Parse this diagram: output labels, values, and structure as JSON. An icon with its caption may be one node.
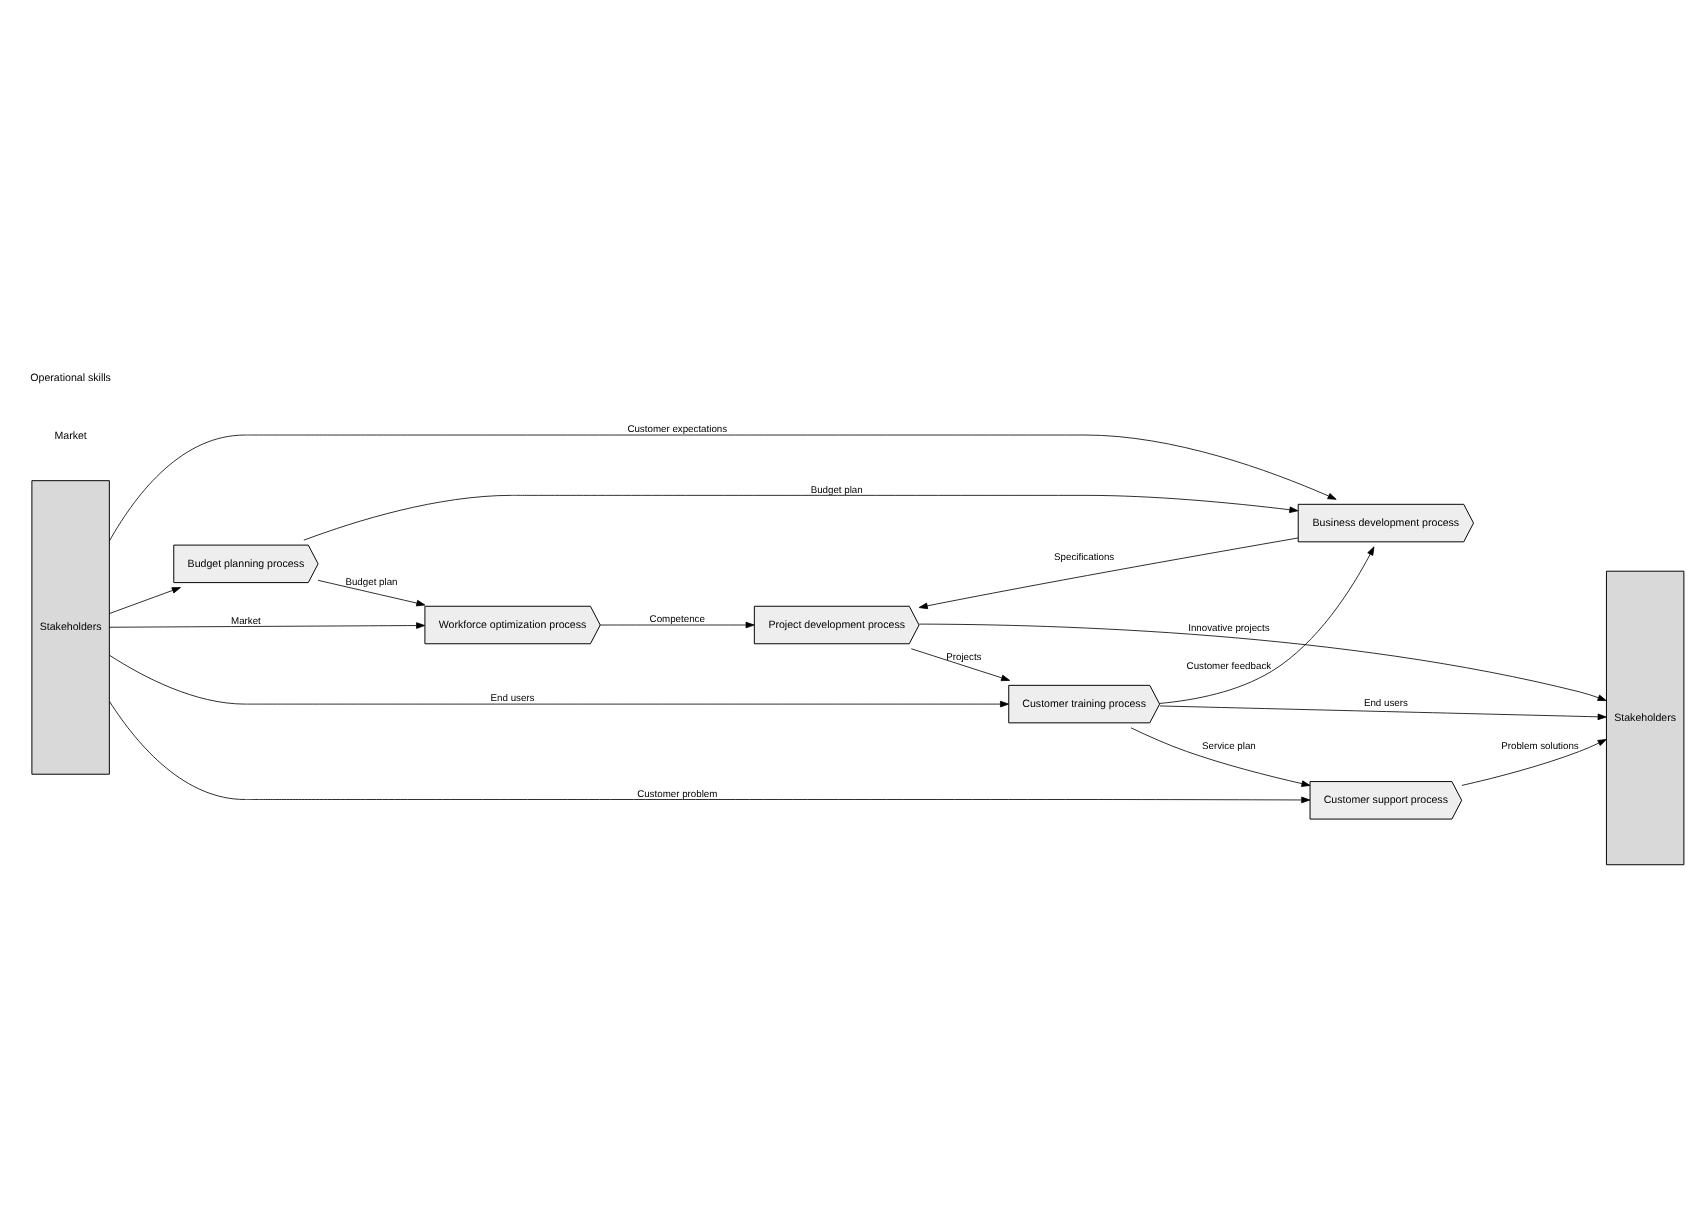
{
  "diagram": {
    "nodes": [
      {
        "text": [
          "Stakeholders"
        ]
      },
      {
        "text": [
          "Budget planning process"
        ]
      },
      {
        "text": [
          "Workforce optimization process"
        ]
      },
      {
        "text": [
          "Business development process"
        ]
      },
      {
        "text": [
          "Project development process"
        ]
      },
      {
        "text": [
          "Customer training process"
        ]
      },
      {
        "text": [
          "Customer support process"
        ]
      },
      {
        "text": [
          "Stakeholders"
        ]
      }
    ],
    "edges": [
      {
        "from": 0,
        "to": 1,
        "arrow": "to"
      },
      {
        "from": 1,
        "to": 2,
        "arrow": "to",
        "label": "Budget plan"
      },
      {
        "from": 0,
        "to": 2,
        "arrow": "to",
        "label": "Market"
      },
      {
        "from": 1,
        "to": 3,
        "arrow": "to",
        "label": "Budget plan"
      },
      {
        "from": 2,
        "to": 4,
        "arrow": "to",
        "label": "Competence"
      },
      {
        "from": 0,
        "to": 3,
        "arrow": "to",
        "label": "Customer expectations"
      },
      {
        "from": 3,
        "to": 4,
        "arrow": "to",
        "label": "Specifications"
      },
      {
        "from": 4,
        "to": 7,
        "arrow": "to",
        "label": "Innovative projects"
      },
      {
        "from": 4,
        "to": 5,
        "arrow": "to",
        "label": "Projects"
      },
      {
        "from": 0,
        "to": 5,
        "arrow": "to",
        "label": "End users"
      },
      {
        "from": 5,
        "to": 7,
        "arrow": "to",
        "label": "End users"
      },
      {
        "from": 5,
        "to": 3,
        "arrow": "to",
        "label": "Customer feedback"
      },
      {
        "from": 5,
        "to": 6,
        "arrow": "to",
        "label": "Service plan"
      },
      {
        "from": 0,
        "to": 6,
        "arrow": "to",
        "label": "Customer problem"
      },
      {
        "from": 6,
        "to": 7,
        "arrow": "to",
        "label": "Problem solutions"
      }
    ],
    "labels": [
      "Market",
      "Operational skills"
    ]
  }
}
